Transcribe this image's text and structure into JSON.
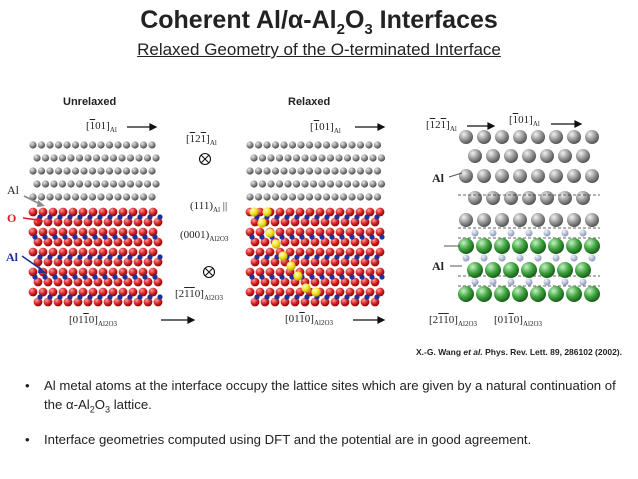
{
  "slide": {
    "title_main": "Coherent Al/α-Al",
    "title_sub2": "2",
    "title_o": "O",
    "title_sub3": "3",
    "title_tail": " Interfaces",
    "subtitle": "Relaxed Geometry of the O-terminated Interface"
  },
  "panels": {
    "unrelaxed": "Unrelaxed",
    "relaxed": "Relaxed"
  },
  "directions": {
    "al_101_a": "01]",
    "al_101_b": "01]",
    "al_101_c": "01]",
    "al_121_a": "2",
    "al_121_b": "2",
    "al2o3_0110_a": "[01",
    "al2o3_0110_b": "[01",
    "al2o3_0110_c": "[01",
    "al2o3_2110_a": "[2",
    "al2o3_2110_b": "[2",
    "plane_111": "(111)",
    "plane_0001": "(0001)",
    "parallel": "||",
    "sub_al": "Al",
    "sub_al2o3": "Al2O3"
  },
  "labels": {
    "al_top": "Al",
    "o": "O",
    "al_bottom": "Al",
    "al_right": "Al",
    "al_right2": "Al"
  },
  "reference": {
    "prefix": "X.-G. Wang ",
    "etal": "et al.",
    "rest": " Phys. Rev. Lett. 89, 286102 (2002)."
  },
  "bullets": [
    {
      "a": "Al metal atoms at the interface occupy the lattice sites which are given by a natural continuation of the α-Al",
      "b": "2",
      "c": "O",
      "d": "3",
      "e": " lattice."
    },
    {
      "a": "Interface geometries computed using DFT and the potential are in good agreement."
    }
  ],
  "colors": {
    "aluminum": "#8a8a8a",
    "oxygen": "#d42020",
    "aluminum_oxide": "#1f2f9c",
    "interface_al": "#f2e21a",
    "green_o": "#3fa63f"
  }
}
